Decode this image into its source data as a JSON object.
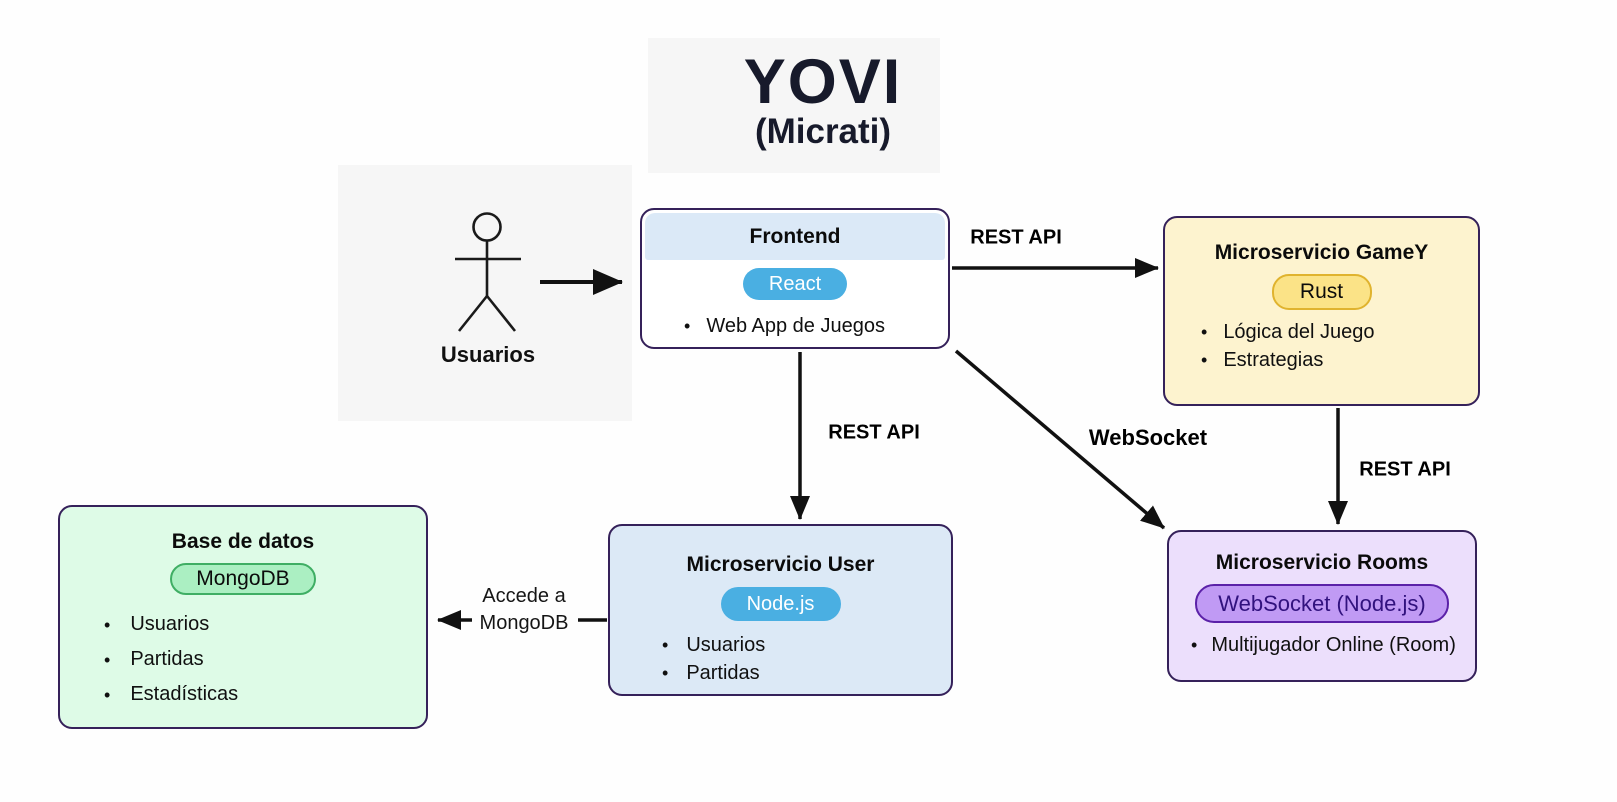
{
  "title": {
    "main": "YOVI",
    "sub": "(Micrati)"
  },
  "actor": {
    "label": "Usuarios"
  },
  "ui": {
    "bullet": "•"
  },
  "nodes": {
    "frontend": {
      "title": "Frontend",
      "badge": "React",
      "items": [
        "Web App de Juegos"
      ]
    },
    "gamey": {
      "title": "Microservicio GameY",
      "badge": "Rust",
      "items": [
        "Lógica del Juego",
        "Estrategias"
      ]
    },
    "user": {
      "title": "Microservicio User",
      "badge": "Node.js",
      "items": [
        "Usuarios",
        "Partidas"
      ]
    },
    "rooms": {
      "title": "Microservicio Rooms",
      "badge": "WebSocket (Node.js)",
      "items": [
        "Multijugador Online (Room)"
      ]
    },
    "database": {
      "title": "Base de datos",
      "badge": "MongoDB",
      "items": [
        "Usuarios",
        "Partidas",
        "Estadísticas"
      ]
    }
  },
  "edges": {
    "frontend_gamey": "REST API",
    "frontend_user": "REST API",
    "frontend_rooms": "WebSocket",
    "gamey_rooms": "REST API",
    "user_database_line1": "Accede a",
    "user_database_line2": "MongoDB"
  },
  "colors": {
    "box_border": "#35215a",
    "frontend_header": "#dbe9f7",
    "blue_badge": "#4aafe2",
    "gamey_fill": "#fdf3cf",
    "rust_badge_fill": "#fbe387",
    "rust_badge_border": "#e0b32e",
    "user_fill": "#dce9f6",
    "rooms_fill": "#ecdffc",
    "rooms_badge_fill": "#c09af4",
    "rooms_badge_border": "#5b21a8",
    "rooms_badge_text": "#31127e",
    "database_fill": "#defbe7",
    "mongo_badge_fill": "#abefc2",
    "mongo_badge_border": "#3fae64",
    "arrow": "#111111"
  }
}
